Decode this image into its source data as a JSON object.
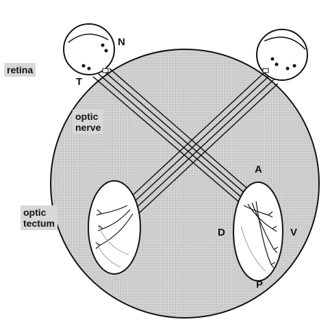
{
  "labels": {
    "retina": "retina",
    "optic_nerve_line1": "optic",
    "optic_nerve_line2": "nerve",
    "optic_tectum_line1": "optic",
    "optic_tectum_line2": "tectum"
  },
  "letters": {
    "N": "N",
    "T": "T",
    "A": "A",
    "D": "D",
    "V": "V",
    "P": "P"
  },
  "colors": {
    "head": "#cfcfcf",
    "outline": "#111111",
    "eye_fill": "#ffffff",
    "tectum_fill": "#ffffff",
    "label_bg": "#d8d8d8"
  }
}
